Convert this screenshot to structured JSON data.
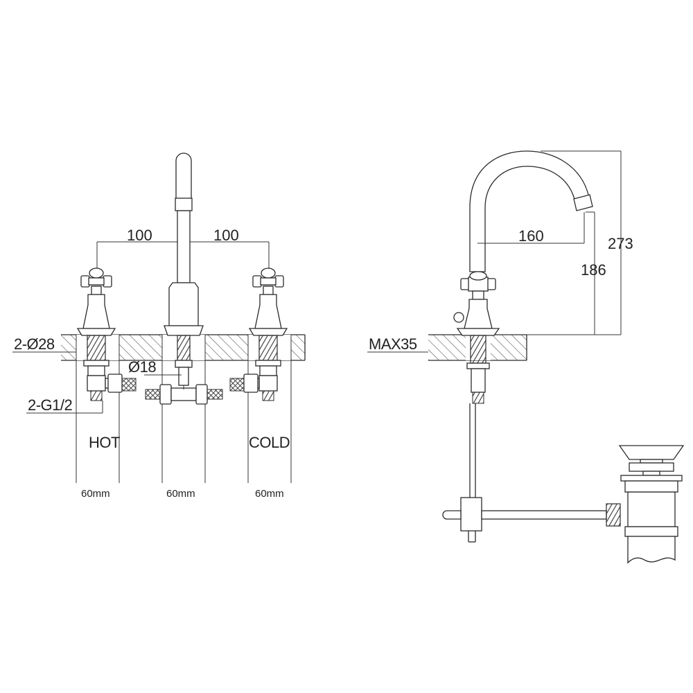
{
  "front_view": {
    "dim_left": "100",
    "dim_right": "100",
    "hole_dia": "2-Ø28",
    "spout_hole_dia": "Ø18",
    "thread": "2-G1/2",
    "label_hot": "HOT",
    "label_cold": "COLD",
    "width_left": "60mm",
    "width_center": "60mm",
    "width_right": "60mm"
  },
  "side_view": {
    "reach": "160",
    "total_height": "273",
    "spout_height": "186",
    "max_deck": "MAX35"
  }
}
